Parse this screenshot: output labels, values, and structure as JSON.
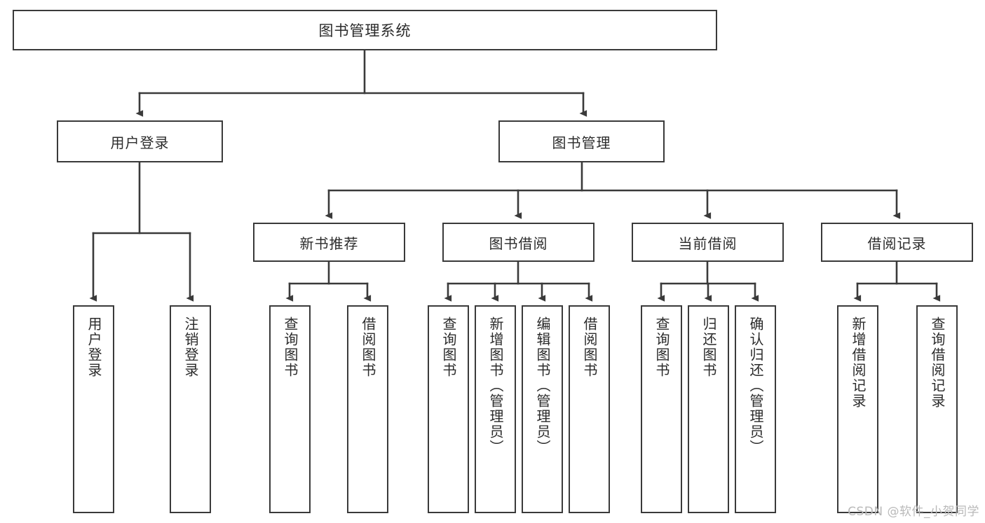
{
  "diagram": {
    "type": "tree-hierarchy-chart",
    "title": "图书管理系统",
    "watermark": "CSDN @软件_小贺同学",
    "colors": {
      "stroke": "#3a3a3a",
      "background": "#ffffff",
      "text": "#2b2b2b",
      "watermark": "#b9b9b9"
    },
    "nodes": {
      "root": {
        "label": "图书管理系统"
      },
      "level1": [
        {
          "id": "user-login",
          "label": "用户登录"
        },
        {
          "id": "book-management",
          "label": "图书管理"
        }
      ],
      "level2": [
        {
          "id": "new-book-recommend",
          "label": "新书推荐"
        },
        {
          "id": "book-borrow",
          "label": "图书借阅"
        },
        {
          "id": "current-borrow",
          "label": "当前借阅"
        },
        {
          "id": "borrow-record",
          "label": "借阅记录"
        }
      ],
      "leaves": {
        "user-login": [
          {
            "id": "leaf-user-login",
            "label": "用户登录"
          },
          {
            "id": "leaf-logout-login",
            "label": "注销登录"
          }
        ],
        "new-book-recommend": [
          {
            "id": "leaf-query-book-1",
            "label": "查询图书"
          },
          {
            "id": "leaf-borrow-book-1",
            "label": "借阅图书"
          }
        ],
        "book-borrow": [
          {
            "id": "leaf-query-book-2",
            "label": "查询图书"
          },
          {
            "id": "leaf-add-book",
            "label": "新增图书（管理员）"
          },
          {
            "id": "leaf-edit-book",
            "label": "编辑图书（管理员）"
          },
          {
            "id": "leaf-borrow-book-2",
            "label": "借阅图书"
          }
        ],
        "current-borrow": [
          {
            "id": "leaf-query-book-3",
            "label": "查询图书"
          },
          {
            "id": "leaf-return-book",
            "label": "归还图书"
          },
          {
            "id": "leaf-confirm-return",
            "label": "确认归还（管理员）"
          }
        ],
        "borrow-record": [
          {
            "id": "leaf-add-record",
            "label": "新增借阅记录"
          },
          {
            "id": "leaf-query-record",
            "label": "查询借阅记录"
          }
        ]
      }
    }
  }
}
